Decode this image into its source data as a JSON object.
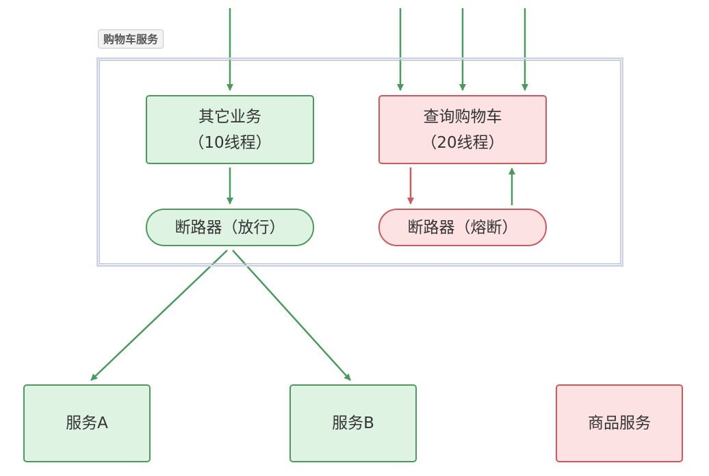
{
  "group": {
    "label": "购物车服务"
  },
  "nodes": {
    "other_business": {
      "line1": "其它业务",
      "line2": "（10线程）"
    },
    "query_cart": {
      "line1": "查询购物车",
      "line2": "（20线程）"
    },
    "breaker_pass": {
      "label": "断路器（放行）"
    },
    "breaker_open": {
      "label": "断路器（熔断）"
    },
    "service_a": {
      "label": "服务A"
    },
    "service_b": {
      "label": "服务B"
    },
    "product_service": {
      "label": "商品服务"
    }
  },
  "colors": {
    "green_fill": "#dff3e3",
    "green_stroke": "#4a9a5e",
    "red_fill": "#fde2e4",
    "red_stroke": "#d0575e",
    "group_border": "#cfd6ef"
  }
}
